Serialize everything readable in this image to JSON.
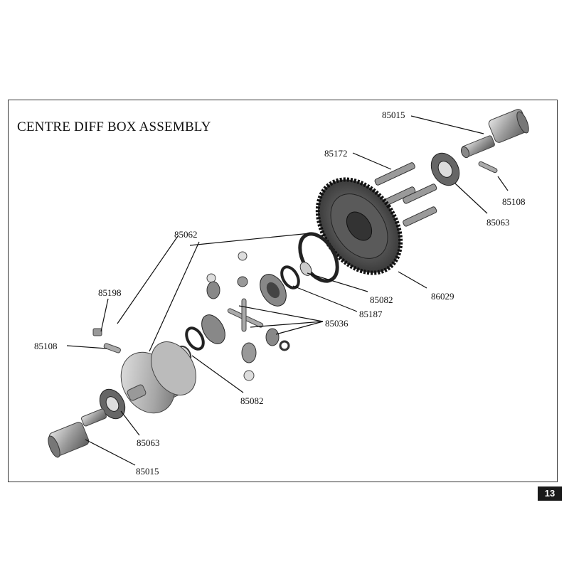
{
  "title": "CENTRE DIFF BOX ASSEMBLY",
  "page_number": "13",
  "labels": {
    "p85015_top": "85015",
    "p85172": "85172",
    "p85108_right": "85108",
    "p85063_right": "85063",
    "p85062": "85062",
    "p85198": "85198",
    "p85108_left": "85108",
    "p85082_upper": "85082",
    "p86029": "86029",
    "p85187": "85187",
    "p85036": "85036",
    "p85082_lower": "85082",
    "p85063_left": "85063",
    "p85015_bottom": "85015"
  }
}
